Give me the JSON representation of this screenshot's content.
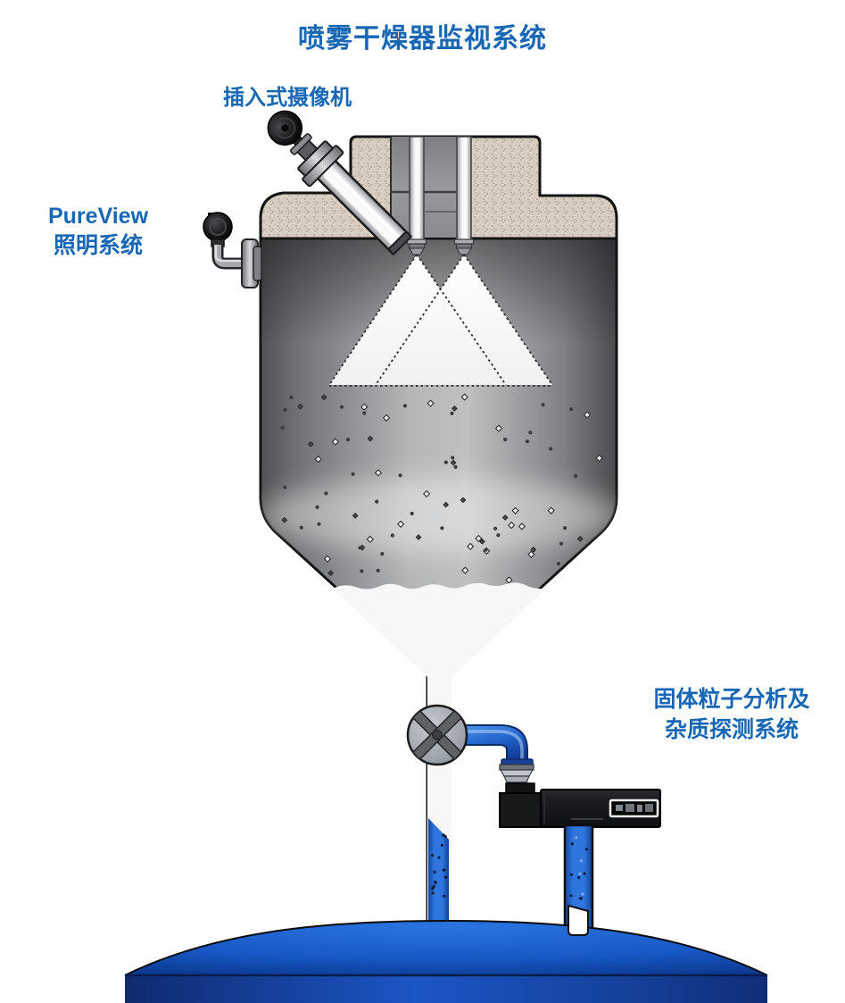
{
  "title": "喷雾干燥器监视系统",
  "labels": {
    "camera": "插入式摄像机",
    "lighting_line1": "PureView",
    "lighting_line2": "照明系统",
    "analyzer_line1": "固体粒子分析及",
    "analyzer_line2": "杂质探测系统"
  },
  "colors": {
    "label_blue": "#1767b5",
    "dome_blue": "#1a5cc9",
    "pipe_blue": "#2e76dd",
    "insulation_beige": "#d8cfc2",
    "vessel_gray": "#b5b6b8",
    "analyzer_black": "#1b1d20"
  }
}
